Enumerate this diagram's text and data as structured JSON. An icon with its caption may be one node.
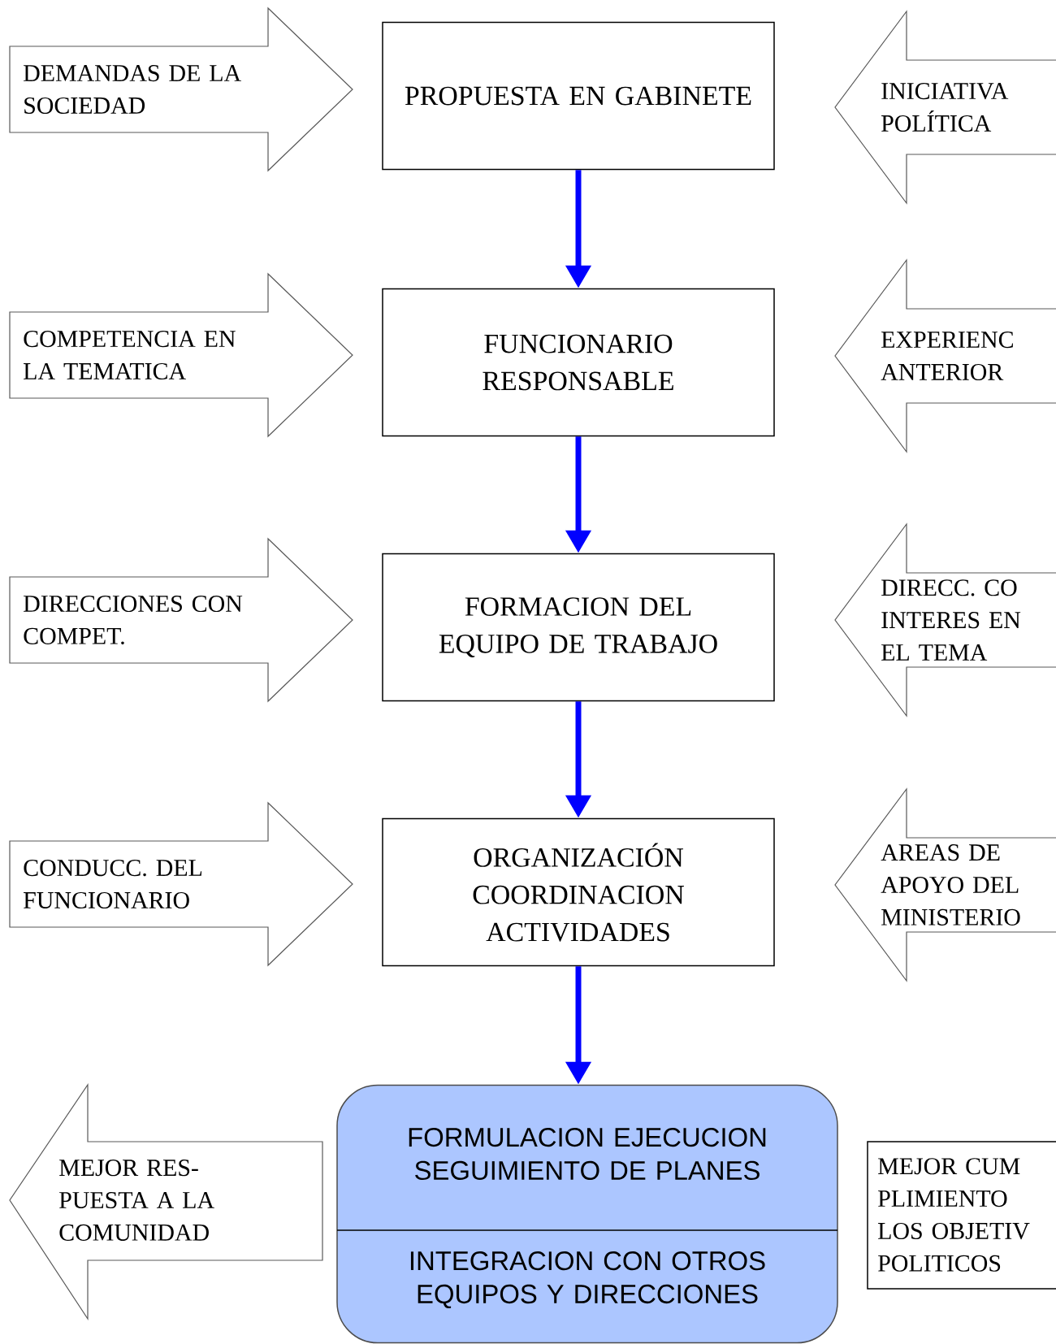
{
  "diagram": {
    "nodes": [
      {
        "text": [
          "DEMANDAS DE LA SOCIEDAD"
        ]
      },
      {
        "text": [
          "PROPUESTA EN GABINETE"
        ]
      },
      {
        "text": [
          "INICIATIVA POLÍTICA"
        ]
      },
      {
        "text": [
          "COMPETENCIA EN LA TEMATICA"
        ]
      },
      {
        "text": [
          "FUNCIONARIO RESPONSABLE"
        ]
      },
      {
        "text": [
          "EXPERIENC ANTERIOR"
        ]
      },
      {
        "text": [
          "DIRECCIONES CON COMPET."
        ]
      },
      {
        "text": [
          "FORMACION DEL EQUIPO DE TRABAJO"
        ]
      },
      {
        "text": [
          "DIRECC. CO INTERES EN EL TEMA"
        ]
      },
      {
        "text": [
          "CONDUCC. DEL FUNCIONARIO"
        ]
      },
      {
        "text": [
          "ORGANIZACIÓN COORDINACION ACTIVIDADES"
        ]
      },
      {
        "text": [
          "AREAS DE APOYO DEL MINISTERIO"
        ]
      },
      {
        "text": [
          "MEJOR RES- PUESTA A LA COMUNIDAD"
        ]
      },
      {
        "text": [
          "FORMULACION EJECUCION SEGUIMIENTO DE PLANES",
          "INTEGRACION CON OTROS EQUIPOS Y DIRECCIONES"
        ]
      },
      {
        "text": [
          "MEJOR CUM PLIMIENTO LOS OBJETIV POLITICOS"
        ]
      }
    ],
    "edges": [
      {
        "from": 1,
        "to": 4,
        "arrow": "to"
      },
      {
        "from": 4,
        "to": 7,
        "arrow": "to"
      },
      {
        "from": 7,
        "to": 10,
        "arrow": "to"
      },
      {
        "from": 10,
        "to": 13,
        "arrow": "to"
      }
    ]
  }
}
